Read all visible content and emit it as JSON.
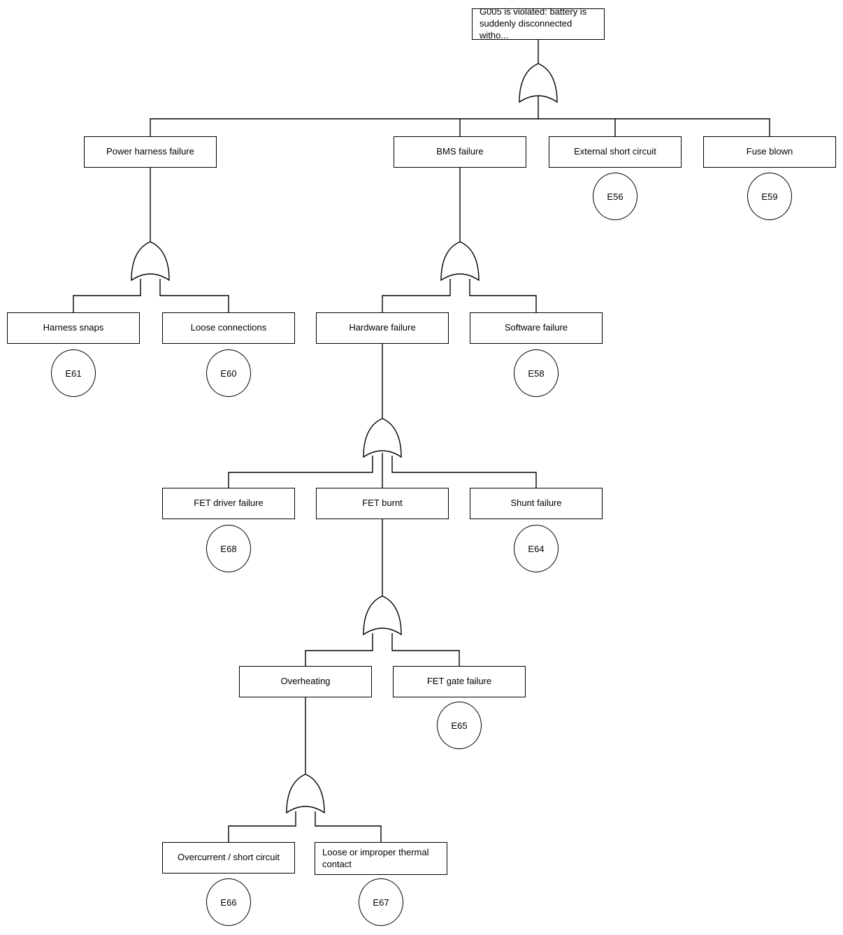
{
  "diagram": {
    "kind": "fault-tree",
    "gate_type": "OR",
    "colors": {
      "line": "#000000",
      "node_bg": "#ffffff",
      "text": "#000000"
    },
    "nodes": {
      "root": {
        "label": "G005 is violated: battery is suddenly disconnected witho..."
      },
      "power_harness": {
        "label": "Power harness failure"
      },
      "bms": {
        "label": "BMS failure"
      },
      "external_short": {
        "label": "External short circuit",
        "event": "E56"
      },
      "fuse_blown": {
        "label": "Fuse blown",
        "event": "E59"
      },
      "harness_snaps": {
        "label": "Harness snaps",
        "event": "E61"
      },
      "loose_connections": {
        "label": "Loose connections",
        "event": "E60"
      },
      "hardware_failure": {
        "label": "Hardware failure"
      },
      "software_failure": {
        "label": "Software failure",
        "event": "E58"
      },
      "fet_driver": {
        "label": "FET driver failure",
        "event": "E68"
      },
      "fet_burnt": {
        "label": "FET burnt"
      },
      "shunt_failure": {
        "label": "Shunt failure",
        "event": "E64"
      },
      "overheating": {
        "label": "Overheating"
      },
      "fet_gate": {
        "label": "FET gate failure",
        "event": "E65"
      },
      "overcurrent": {
        "label": "Overcurrent / short circuit",
        "event": "E66"
      },
      "thermal_contact": {
        "label": "Loose or improper thermal contact",
        "event": "E67"
      }
    },
    "structure": [
      {
        "parent": "root",
        "gate": "OR",
        "children": [
          "power_harness",
          "bms",
          "external_short",
          "fuse_blown"
        ]
      },
      {
        "parent": "power_harness",
        "gate": "OR",
        "children": [
          "harness_snaps",
          "loose_connections"
        ]
      },
      {
        "parent": "bms",
        "gate": "OR",
        "children": [
          "hardware_failure",
          "software_failure"
        ]
      },
      {
        "parent": "hardware_failure",
        "gate": "OR",
        "children": [
          "fet_driver",
          "fet_burnt",
          "shunt_failure"
        ]
      },
      {
        "parent": "fet_burnt",
        "gate": "OR",
        "children": [
          "overheating",
          "fet_gate"
        ]
      },
      {
        "parent": "overheating",
        "gate": "OR",
        "children": [
          "overcurrent",
          "thermal_contact"
        ]
      }
    ]
  }
}
